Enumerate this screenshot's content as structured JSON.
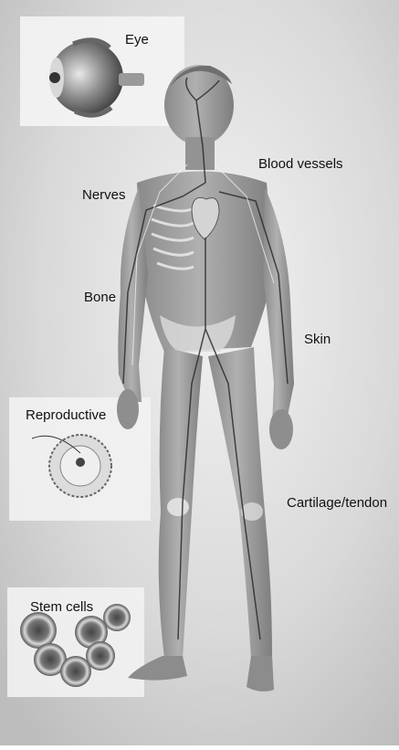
{
  "labels": {
    "eye": "Eye",
    "blood_vessels": "Blood vessels",
    "nerves": "Nerves",
    "bone": "Bone",
    "skin": "Skin",
    "reproductive": "Reproductive",
    "cartilage_tendon": "Cartilage/tendon",
    "stem_cells": "Stem cells"
  },
  "colors": {
    "background": "#d6d6d6",
    "skin": "#9a9a9a",
    "vessels": "#2c2c2c",
    "bone": "#e4e4e4"
  }
}
